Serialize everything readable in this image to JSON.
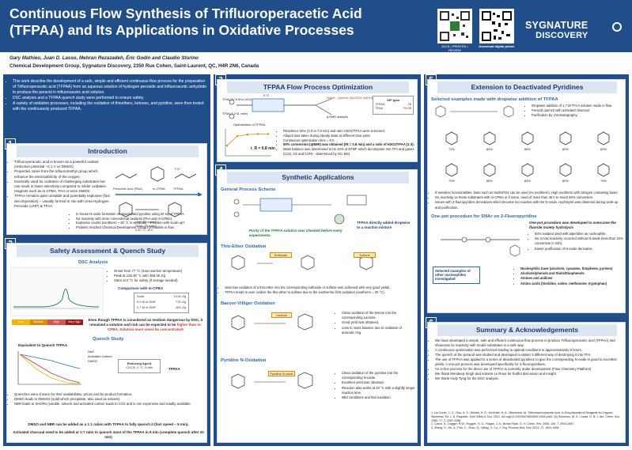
{
  "header": {
    "title": "Continuous Flow Synthesis of Trifluoroperacetic Acid (TFPAA) and Its Applications in Oxidative Processes",
    "qr1_caption": "JACS • PRINTED • REVIEW",
    "qr2_caption": "Download digital poster",
    "logo_line1": "SYGNATURE",
    "logo_line2": "DISCOVERY"
  },
  "authors": "Gary Mathieu, Juan D. Lasso, Mehran Rezazadeh, Éric Godin and Claudio Sturino",
  "affiliation": "Chemical Development Group, Sygnature Discovery, 2350 Rue Cohen, Saint-Laurent, QC, H4R 2N6, Canada",
  "intro_bullets": [
    "This work describe the development of a safe, simple and efficient continuous flow process for the preparation of Trifluoroperacetic acid (TFPAA) from an aqueous solution of hydrogen peroxide and trifluoroacetic anhydride to produce the peracid in trifluoroacetic acid solution.",
    "DSC analysis and a TFPAA quench study were performed to ensure safety.",
    "A variety of oxidation processes, including the oxidation of thioethers, ketones, and pyridine, were then tested with the continuously produced TFPAA."
  ],
  "sections": {
    "s1": {
      "num": "1",
      "title": "Introduction"
    },
    "s2": {
      "num": "2",
      "title": "Safety Assessment & Quench Study"
    },
    "s3": {
      "num": "3",
      "title": "TFPAA Flow Process Optimization"
    },
    "s4": {
      "num": "4",
      "title": "Synthetic Applications"
    },
    "s5": {
      "num": "5",
      "title": "Extension to Deactivated Pyridines"
    },
    "s6": {
      "num": "6",
      "title": "Summary & Acknowledgements"
    }
  },
  "intro_section": {
    "items": [
      "Trifluoroperacetic acid is known as a powerful oxidant (reduction potential ~2.1 V vs DMSO).",
      "Properties came from the trifluoromethyl group which enhance the electrophilicity of the oxygen.",
      "Generally used for oxidation of challenging substrates but can result in lower selectivity compared to milder oxidation reagents such as m-CPBA, PAA or even DMDO.",
      "TFPAA remains quite unstable and potentially explosive (fast decomposition) – Usually formed in situ with Urea Hydrogen Peroxide (UHP) & TFAA."
    ],
    "sub_items": [
      "In house N-oxide formation on deactivated pyridine using 20 eq of TFPAA.",
      "No reactivity with more conventional oxidants (PAA and m-CPBA).",
      "Explosive counts (exotherm ~ 30 °C in seconds) – Problem with scale-up?",
      "Problem reached Chemical Development Group for feasible in flow."
    ],
    "labels": {
      "peracetic": "Peracetic Acid (PAA)",
      "mcpba": "m-CPBA",
      "tfpaa": "Trifluoroperacetic Acid (TFPAA)",
      "hazard": "Higher oxidation Potential",
      "ohp": "UHP (10 equiv)\nTFAA (20 equiv)",
      "ohp_yield": "0-40 °C, 16 h",
      "oxidation": "Oxidation Potency"
    }
  },
  "dsc": {
    "subtitle": "DSC Analysis",
    "items": [
      "Onset from 77 °C (max reaction temperature)",
      "Peak at 126.30 °C with 368.46 J/g",
      "Stam at 0 °C for safety (if storage needed)"
    ],
    "compare_title": "Comparison with m-CPBA",
    "compare_rows": [
      [
        "Solid",
        "1216 J/g"
      ],
      [
        "0.5 M in DMF",
        "776 J/g"
      ],
      [
        "0.7 M in DMF",
        "163 J/g"
      ]
    ],
    "legend": [
      "Low",
      "Medium",
      "High",
      "Very High"
    ],
    "note_a": "Even though TFPAA is considered as medium dangerous by DSC, it remained a solution and risk can be expected to be",
    "note_b": "higher than m-CPBA. Solution must never be concentrated!"
  },
  "quench": {
    "subtitle": "Quench Study",
    "chart_title": "Equivalent to Quench TFPAA",
    "legend": [
      "NaS",
      "Activated Carbon",
      "DMSO"
    ],
    "reducing": "Reducing Agent",
    "conditions": "CDCl3, 0 °C, 5 min",
    "tfpaa": "TFPAA",
    "bullets": [
      "Quenches were chosen for their availabilities, prices and by-product formation.",
      "DMSO leads to DMSO2 (solid which precipitate, also used as solvent).",
      "NBR leads to SHORs (soluble, solvent and activated carbon leads to CO2 and is non expensive and readily available."
    ],
    "footer1": "DMSO and NBR can be added as a 1:1 ration with TFPAA to fully quench it (fast speed ~ 5 min).",
    "footer2": "Activated charcoal need to be added at 1:7 ratio to quench most of the TFPAA in 5 min (complete quench after 20 min)"
  },
  "flow_opt": {
    "sub_a": "TFAA (17.6 M in H2O)",
    "sub_b": "TFAA (7.2 M, neat)",
    "temp": "0 °C",
    "quench": "Waste - Quench (Na2SO3, NaOH)",
    "analysis": "q-NMR analysis",
    "opt_title": "Optimization of TFPAA",
    "ts_label": "t_R = 0.8 min",
    "table_title": "19F ppm",
    "table": [
      [
        "TFPAA",
        "-76"
      ],
      [
        "TFAA",
        "-76.05"
      ]
    ],
    "items": [
      "Residence time (3.0 to 7.0 min) and ratio H2O2/TFAA were screened.",
      "Aliquot was taken during steady state at different time point.",
      "Continuous optimization time = 8 h."
    ],
    "conversion": "90% conversion (qNMR) was obtained (tR = 0.8 min) and a ratio of H2O2/TFAA (1:3).",
    "safety": "Mass balance was determined to be 10% of BTMF which decompose into TFA and gases (CO2, O2 and C2F6 - determined by GC-MS)."
  },
  "synth": {
    "general": "General Process Scheme",
    "purity_note": "Purity of the TFPAA solution was checked before every experiments.",
    "direct_note": "TFPAA directly added dropwise to a reaction mixture",
    "thio": "Thio-Ether Oxidation",
    "thio_labels": [
      "Sulfoxide",
      "Sulfone"
    ],
    "thio_bullets": [
      "Selective oxidation of a thio-ether into the corresponding sulfoxide or sulfone was achieved with very good yields.",
      "TFPAA tends to over oxidize the thio-ether to sulfone due to the exothermic first oxidation (exotherm = 20 °C)."
    ],
    "bv": "Baeyer-Villiger Oxidation",
    "bv_label": "Lactone",
    "bv_bullets": [
      "Clean oxidation of the ketone into the corresponding Lactone.",
      "Good yield was obtained.",
      "Less to mass balance due to oxidation of aromatic ring."
    ],
    "pyr": "Pyridine N-Oxidation",
    "pyr_label": "Pyridine N-oxide",
    "pyr_bullets": [
      "Clean oxidation of the pyridine into the corresponding N-oxide.",
      "Excellent yield was obtained.",
      "Reaction also works at 40 °C with a slightly longer reaction time.",
      "Mild conditions and fast oxidation."
    ]
  },
  "ext": {
    "sub": "Selected examples made with dropwise addition of TFPAA",
    "items": [
      "Dropwise addition of 1.7 M TFAA solution made in flow.",
      "Peracid quench with activated charcoal.",
      "Purification by chromatography."
    ],
    "yields": [
      "71%",
      "84%",
      "68%",
      "80%",
      "83%",
      "72%",
      "68%",
      "84%",
      "80%",
      "75%"
    ],
    "bullets": [
      "If sensitive functionalities, base such as Na2HPO4 can be used (no exotherm). High exotherm with nitrogen containing base!",
      "No reactivity on these substrates with m-CPBA or if some, need of more than 40 h to reach 50% conversion.",
      "Issues with 2-fluoropyridine derivatives which become too reactive with the N-oxide. Hydrolysis was observed during work-up and purification."
    ],
    "onepot": "One-pot procedure for SNAr on 2-Fluoropyridine",
    "onepot_note": "One-pot procedure was developed to overcome the fluoride moiety hydrolysis",
    "onepot_items": [
      "92% isolated yield with piperidine as nucleophile.",
      "No or low reactivity occurred without N-oxide (less than 10% conversion in 24h).",
      "Easier purification of N-oxide derivative."
    ],
    "selected": "Selected examples of other nucleophiles investigated",
    "nucleophiles": [
      "Nucleophilic base (alcohols, cyanates, thiophene, pyrines)",
      "Alcohols/phenols and thiols/thiophenols",
      "Amines and anilines",
      "Amino acids (histidine, valine, methionine, tryptophan)"
    ]
  },
  "summary": {
    "items": [
      "We have developed a simple, safe and efficient continuous flow process to produce Trifluoroperacetic acid (TFPAA) and showcase its reactivity with model substrates in a safe way.",
      "A continuous optimization was performed leading to optimal conditions in approximatively 8 hours.",
      "The quench of the peracid was studied and developed to obtain 3 different way of destroying it into TFA.",
      "The use of TFPAA was applied to a series of deactivated pyridines to give the corresponding N-oxide in good to excellent yields. A one-pot process was developed specifically for 2-fluoropyridines.",
      "An in-line process for the direct use of TFPAA is currently under development (Flow Chemistry Platform)",
      "We thank Mendeep Singh and Antoine Le Roux for fruitful discussion and insight.",
      "We thank Andy Tyng for the DSC analysis."
    ],
    "refs": [
      "1. Lal Corlet, C. C.; Rao, A. S.; Mohan, H. R.; McGrath, N. A.; Bitchmeck, M. Trifluoroperoxyacetic Acid. In Encyclopedia of Reagents for Organic Synthesis; Ed. L. A. Paquette. John Wiley & Son, 2012, doi.org/10.1002/047084289X.rt254.pub2. (b) Simmons, W. D.; Lucas, G. B. J. Am. Chem. Soc. 1955, 77, 2, 2287-2288.",
      "2. Caron, S.; Dugger, R.W.; Ruggeri, S. G.; Ragan, J. A.; Brown Ripin, D. H. Chem. Rev. 2006, 106, 7, 2943-2997.",
      "3. Zhang, X.; Hu, A.; Pan, C.; Zhao, Q.; Wang, X.; Lu, J. Org. Process Res. Dev. 2013, 17, 1591-1596."
    ]
  },
  "chart_data": {
    "type": "line",
    "title": "",
    "xlabel": "",
    "ylabel": "",
    "series": [
      {
        "name": "",
        "values": [
          40,
          78,
          84,
          86,
          86
        ]
      }
    ]
  }
}
